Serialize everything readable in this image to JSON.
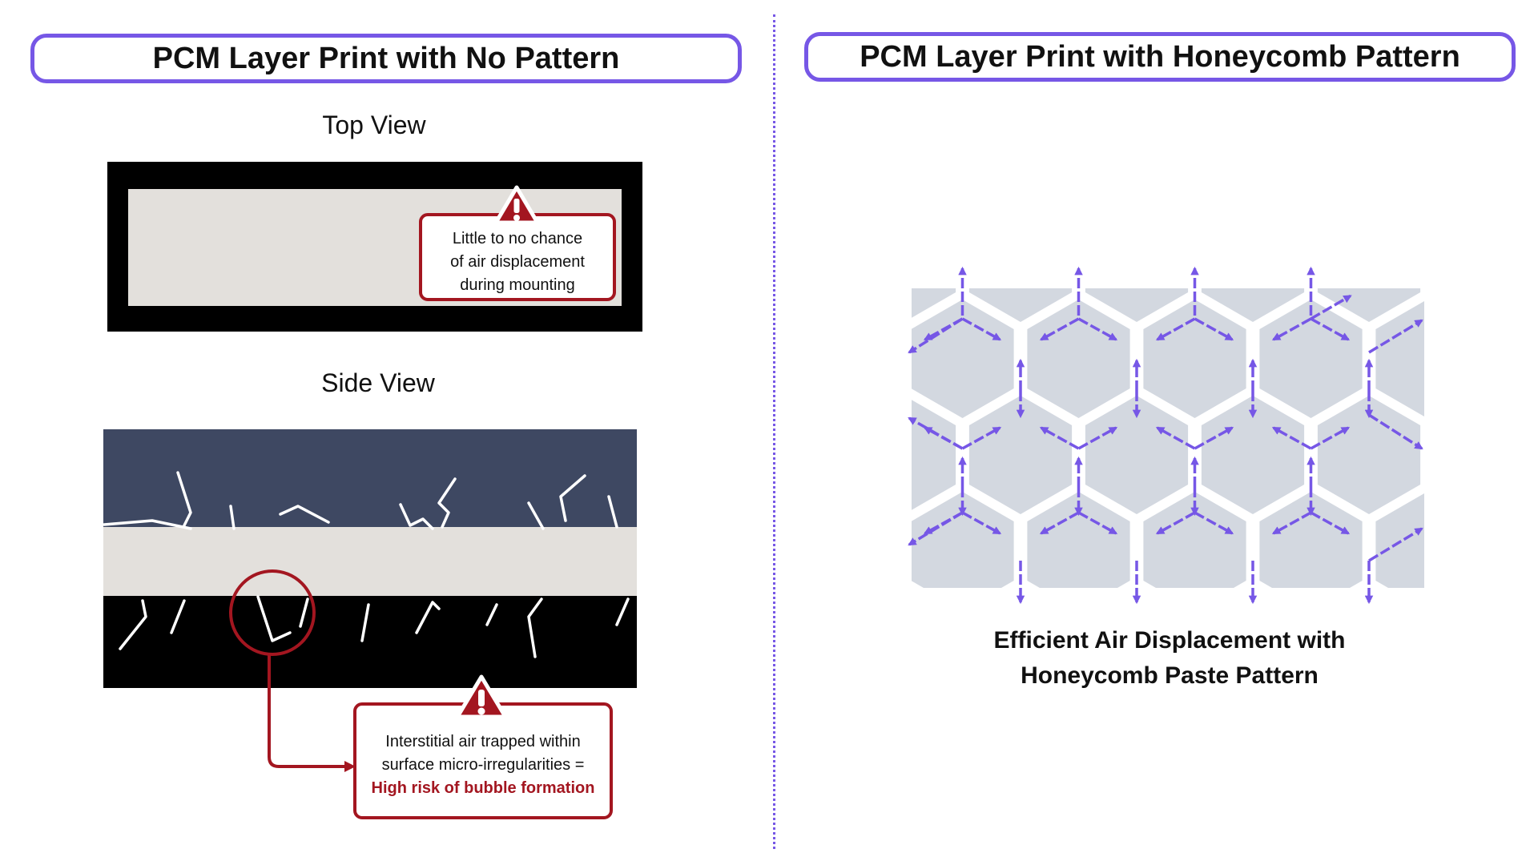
{
  "left": {
    "title": "PCM Layer Print with No Pattern",
    "top_view_label": "Top View",
    "side_view_label": "Side View",
    "top_callout": [
      "Little to no chance",
      "of air displacement",
      "during mounting"
    ],
    "side_callout": [
      "Interstitial air trapped within",
      "surface micro-irregularities ="
    ],
    "side_callout_risk": "High risk of bubble formation"
  },
  "right": {
    "title": "PCM Layer Print with Honeycomb Pattern",
    "caption_line1": "Efficient Air Displacement with",
    "caption_line2": "Honeycomb Paste Pattern"
  },
  "colors": {
    "accent_purple": "#7657e6",
    "warning_red": "#a31620",
    "paste_gray": "#e3e0dc",
    "heatsink_navy": "#3e4862",
    "board_black": "#000000",
    "hex_fill": "#d3d8e0"
  },
  "icons": [
    "warning-icon",
    "arrow-icon"
  ]
}
